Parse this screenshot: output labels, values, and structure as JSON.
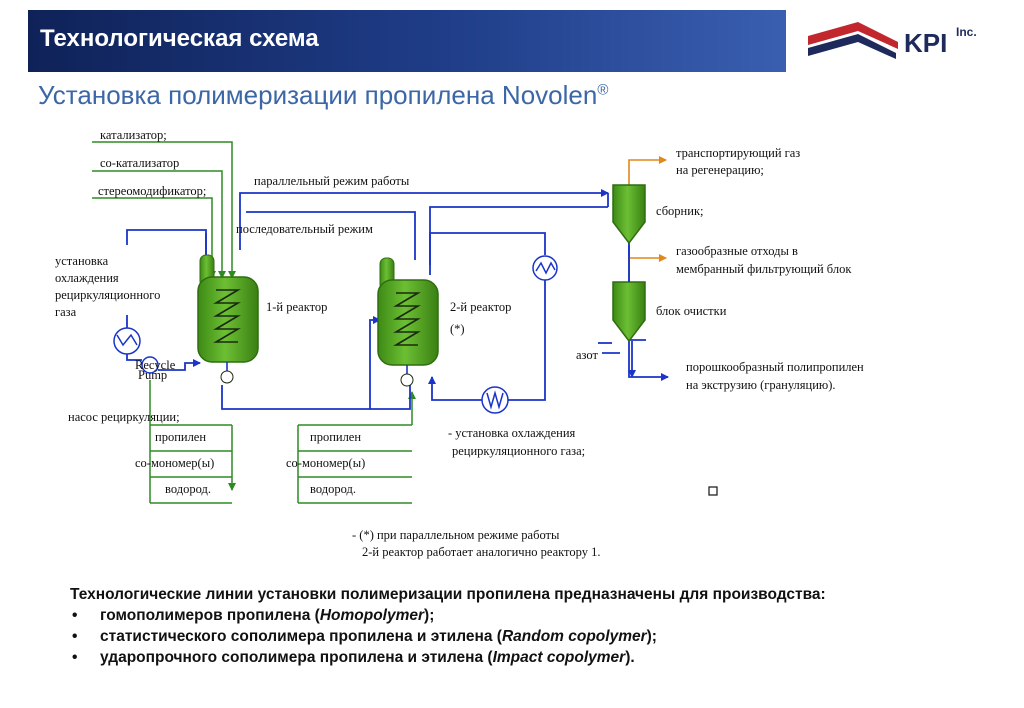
{
  "header": {
    "title": "Технологическая схема",
    "subtitle": "Установка полимеризации пропилена Novolen",
    "subtitle_mark": "®",
    "logo_text": "KPI",
    "logo_superscript": "Inc."
  },
  "colors": {
    "header_dark": "#0f2258",
    "header_light": "#3a5fb0",
    "subtitle": "#3b67a6",
    "green_line": "#2e8b23",
    "blue_line": "#1a35c8",
    "orange_line": "#e0891a",
    "vessel_green": "#4a9e1e",
    "logo_red": "#c1272d",
    "logo_navy": "#1f2a5c"
  },
  "diagram": {
    "labels": {
      "catalyst": "катализатор;",
      "cocatalyst": "со-катализатор",
      "stereomodifier": "стереомодификатор;",
      "cooling_left_1": "установка",
      "cooling_left_2": "охлаждения",
      "cooling_left_3": "рециркуляционного",
      "cooling_left_4": "газа",
      "recycle_pump_1": "Recycle",
      "recycle_pump_2": "Pump",
      "pump_recirc": "насос рециркуляции;",
      "propylene_1": "пропилен",
      "comonomer_1": "со-мономер(ы)",
      "hydrogen_1": "водород.",
      "parallel_mode": "параллельный режим работы",
      "serial_mode": "последовательный режим",
      "reactor_1": "1-й реактор",
      "reactor_2": "2-й реактор",
      "star_mark": "(*)",
      "propylene_2": "пропилен",
      "comonomer_2": "со-мономер(ы)",
      "hydrogen_2": "водород.",
      "cooling_right_1": "- установка охлаждения",
      "cooling_right_2": "рециркуляционного газа;",
      "transport_gas_1": "транспортирующий газ",
      "transport_gas_2": "на регенерацию;",
      "collector": "сборник;",
      "gas_waste_1": "газообразные отходы в",
      "gas_waste_2": "мембранный фильтрующий блок",
      "purification": "блок очистки",
      "nitrogen": "азот",
      "powder_pp_1": "порошкообразный полипропилен",
      "powder_pp_2": "на экструзию (грануляцию).",
      "note_1": "- (*) при параллельном режиме работы",
      "note_2": "2-й реактор работает аналогично реактору 1."
    }
  },
  "bottom": {
    "intro": "Технологические линии установки полимеризации пропилена предназначены для производства:",
    "items": [
      {
        "bullet": "•",
        "before": "гомополимеров пропилена (",
        "term": "Homopolymer",
        "after": ");"
      },
      {
        "bullet": "•",
        "before": "статистического сополимера пропилена и этилена (",
        "term": "Random copolymer",
        "after": ");"
      },
      {
        "bullet": "•",
        "before": "ударопрочного сополимера пропилена и этилена (",
        "term": "Impact copolymer",
        "after": ")."
      }
    ]
  }
}
